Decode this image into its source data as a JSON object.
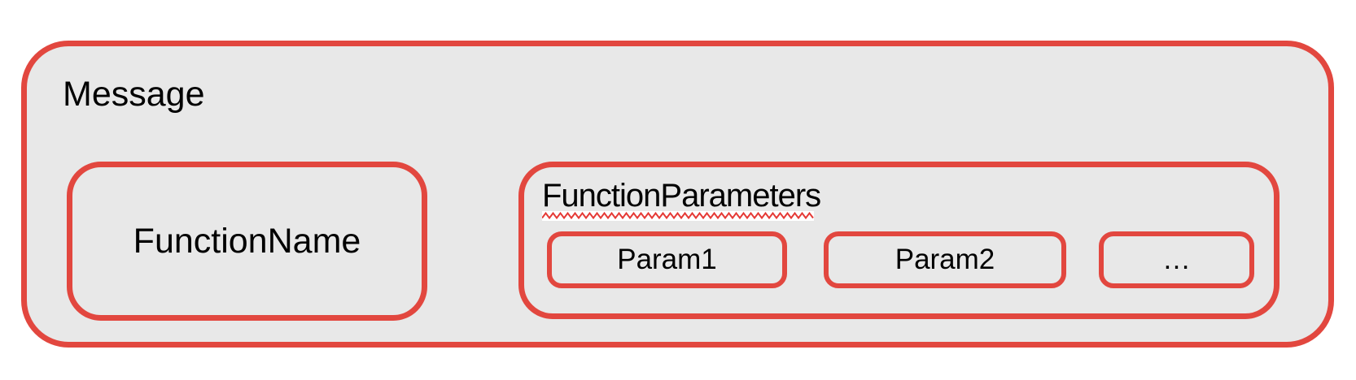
{
  "colors": {
    "page_background": "#ffffff",
    "box_fill": "#e8e8e8",
    "box_border": "#e2473f",
    "text": "#000000",
    "squiggle": "#e53935"
  },
  "diagram": {
    "message": {
      "label": "Message"
    },
    "function_name": {
      "label": "FunctionName"
    },
    "function_parameters": {
      "label": "FunctionParameters",
      "params": [
        {
          "label": "Param1"
        },
        {
          "label": "Param2"
        },
        {
          "label": "…"
        }
      ]
    }
  }
}
